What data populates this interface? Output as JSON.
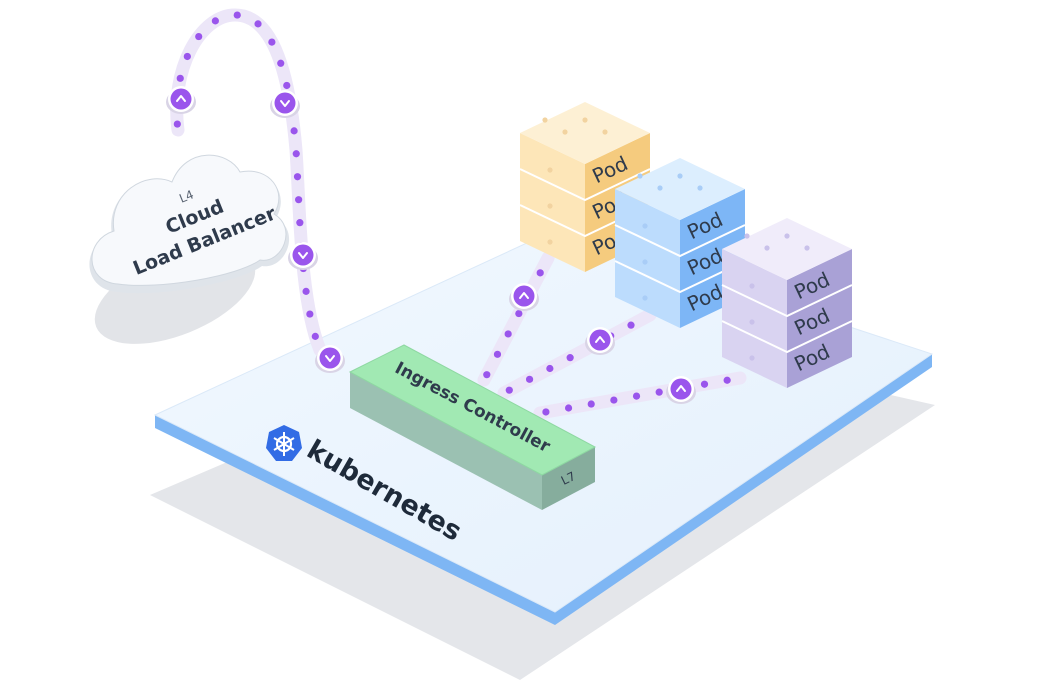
{
  "cloud": {
    "tier": "L4",
    "line1": "Cloud",
    "line2": "Load Balancer"
  },
  "ingress": {
    "label": "Ingress Controller",
    "tier": "L7"
  },
  "platform": {
    "name": "kubernetes"
  },
  "pod_label": "Pod",
  "pod_stacks": [
    {
      "color": "orange",
      "labels": [
        "Pod",
        "Pod",
        "Pod"
      ]
    },
    {
      "color": "blue",
      "labels": [
        "Pod",
        "Pod",
        "Pod"
      ]
    },
    {
      "color": "purple",
      "labels": [
        "Pod",
        "Pod",
        "Pod"
      ]
    }
  ],
  "colors": {
    "platform_top": "#e8f3fd",
    "platform_edge": "#7eb6f4",
    "ingress_top": "#9de7b0",
    "ingress_front": "#9dbfb0",
    "flow_dot": "#9a55ec",
    "flow_path": "#ece6f8",
    "kubernetes_blue": "#326ce5",
    "text": "#2f3b4c"
  },
  "icons": [
    "chevron-up-icon",
    "chevron-down-icon",
    "kubernetes-wheel-icon"
  ]
}
